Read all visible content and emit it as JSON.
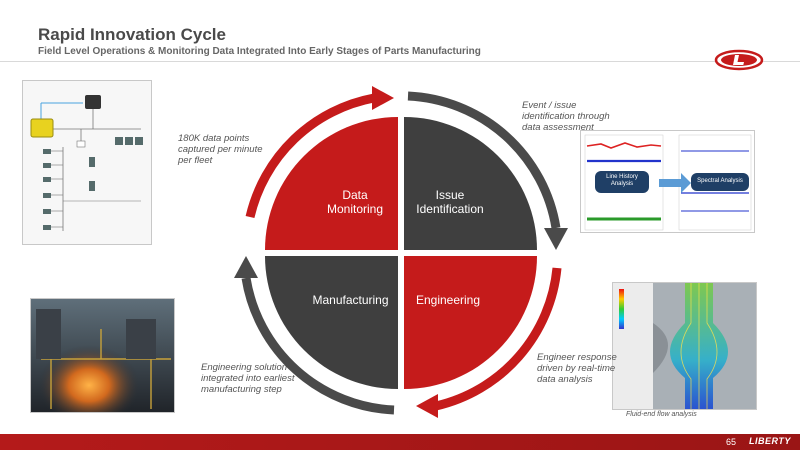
{
  "header": {
    "title": "Rapid Innovation Cycle",
    "subtitle": "Field Level Operations & Monitoring Data Integrated Into Early Stages of Parts Manufacturing"
  },
  "cycle": {
    "quadrants": [
      {
        "id": "data-monitoring",
        "label": "Data\nMonitoring",
        "color": "#c51b1b"
      },
      {
        "id": "issue-identification",
        "label": "Issue\nIdentification",
        "color": "#3f3f3f"
      },
      {
        "id": "engineering",
        "label": "Engineering",
        "color": "#c51b1b"
      },
      {
        "id": "manufacturing",
        "label": "Manufacturing",
        "color": "#3f3f3f"
      }
    ],
    "colors": {
      "red": "#c51b1b",
      "dark": "#3f3f3f",
      "arrow_gray": "#4a4a4a"
    }
  },
  "callouts": {
    "data_points": "180K data points captured per minute per fleet",
    "event_issue": "Event / issue identification through data assessment",
    "engineering_solution": "Engineering solution integrated into earliest manufacturing step",
    "engineer_response": "Engineer response driven by real-time data analysis"
  },
  "images": {
    "chart_left_label": "Line History Analysis",
    "chart_right_label": "Spectral Analysis",
    "flow_caption": "Fluid-end flow analysis"
  },
  "footer": {
    "page_number": "65",
    "brand": "LIBERTY"
  }
}
